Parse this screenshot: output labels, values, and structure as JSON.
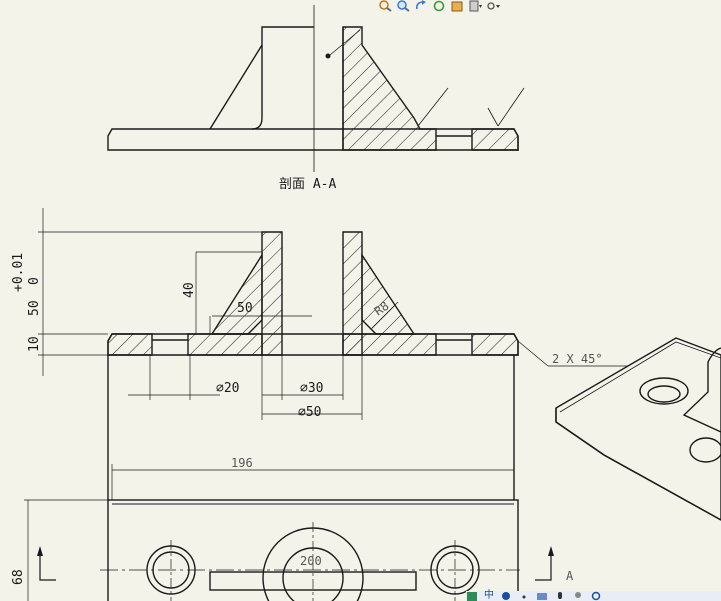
{
  "section_view": {
    "label": "剖面 A-A"
  },
  "front_view": {
    "dims": {
      "tol": "+0.01",
      "zero": "0",
      "d50v": "50",
      "d10v": "10",
      "d40": "40",
      "d50h": "50",
      "r8": "R8",
      "chamfer": "2 X 45°",
      "dia20": "∅20",
      "dia30": "∅30",
      "dia50": "∅50",
      "w196": "196"
    }
  },
  "top_view": {
    "dims": {
      "w200": "200",
      "h68": "68"
    },
    "arrow_label": "A"
  },
  "toolbar": {
    "icons": [
      "zoom-fit-icon",
      "zoom-area-icon",
      "rotate-icon",
      "refresh-icon",
      "display-style-icon",
      "view-orientation-icon",
      "settings-icon"
    ]
  },
  "statusbar": {
    "icons": [
      "app-icon",
      "ime-icon",
      "moon-icon",
      "comma-icon",
      "keyboard-icon",
      "mic-icon",
      "user-icon",
      "settings-icon"
    ],
    "ime_label": "中"
  },
  "colors": {
    "paper": "#f4f3ea",
    "line": "#1a1a1a",
    "ui_accent": "#3a7bd5"
  }
}
